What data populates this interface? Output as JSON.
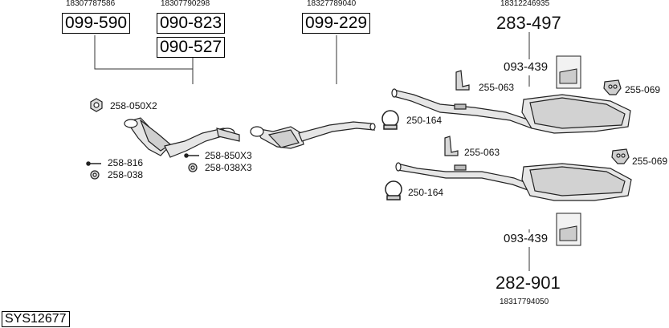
{
  "title_code": "SYS12677",
  "oem_numbers": {
    "left_a": "18307787586",
    "left_b": "18307790298",
    "middle": "18327789040",
    "rear_top": "18312246935",
    "rear_bottom": "18317794050"
  },
  "part_boxes": {
    "front_pipe": "099-590",
    "cat_a": "090-823",
    "cat_b": "090-527",
    "middle_pipe": "099-229"
  },
  "rear_parts": {
    "top_silencer": "283-497",
    "bottom_silencer": "282-901",
    "mount_kit_top": "093-439",
    "mount_kit_bottom": "093-439"
  },
  "fittings": {
    "nut": "258-050X2",
    "bolt_a": "258-850X3",
    "washer_a": "258-038X3",
    "bolt_b": "258-816",
    "washer_b": "258-038",
    "clamp_top": "250-164",
    "clamp_bottom": "250-164",
    "hanger_top": "255-063",
    "hanger_bottom": "255-063",
    "rubber_top": "255-069",
    "rubber_bottom": "255-069"
  }
}
